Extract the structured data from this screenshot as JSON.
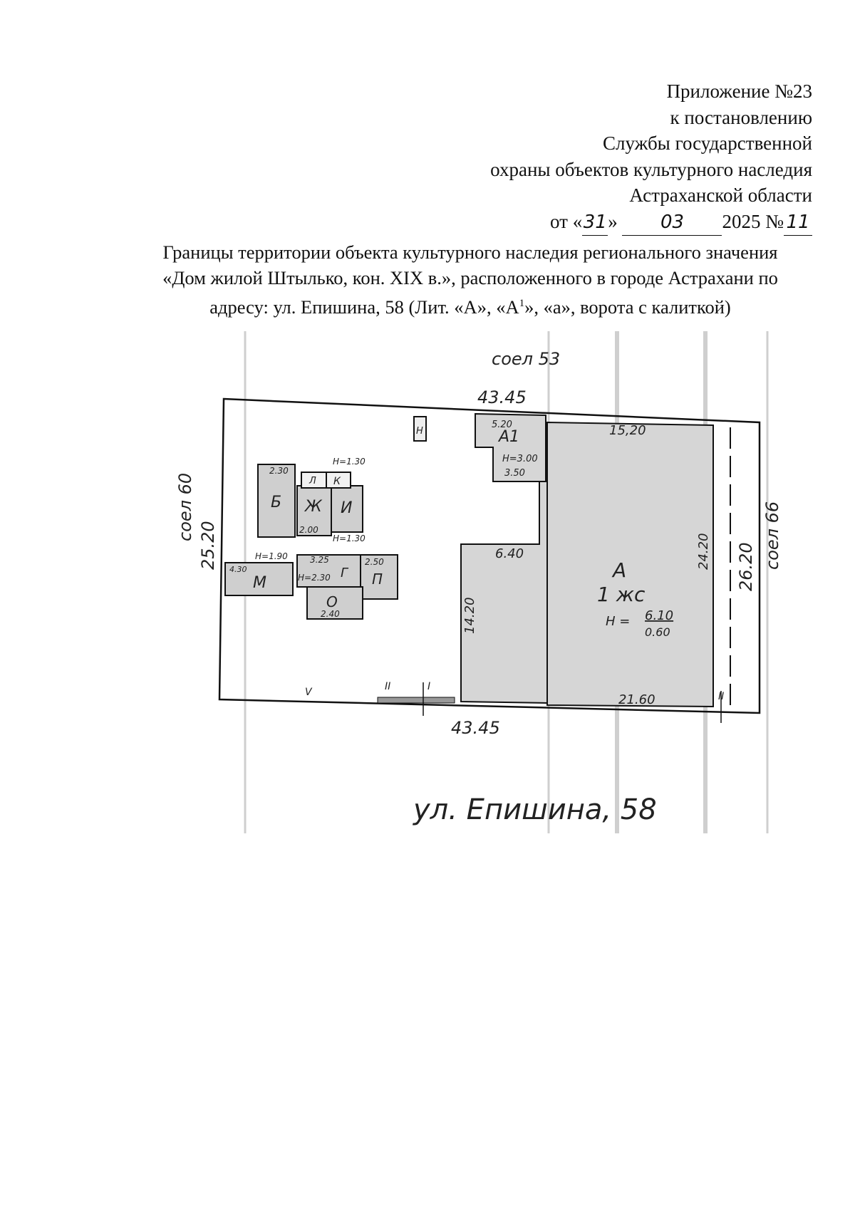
{
  "header": {
    "line1": "Приложение №23",
    "line2": "к постановлению",
    "line3": "Службы государственной",
    "line4": "охраны объектов культурного наследия",
    "line5": "Астраханской области",
    "date_prefix": "от «",
    "day": "31",
    "date_mid": "»",
    "month": "03",
    "year": "2025 №",
    "number": "11"
  },
  "title": {
    "line1": "Границы территории объекта культурного наследия регионального значения",
    "line2": "«Дом жилой Штылько, кон. XIX в.», расположенного в городе Астрахани по",
    "line3_a": "адресу: ул. Епишина, 58 (Лит. «А», «А",
    "line3_sup": "1",
    "line3_b": "», «а», ворота с калиткой)"
  },
  "plan": {
    "neighbor_north": "соел 53",
    "neighbor_west": "соел 60",
    "neighbor_east": "соел 66",
    "street": "ул. Епишина, 58",
    "dim_top": "43.45",
    "dim_bottom": "43.45",
    "dim_left": "25.20",
    "dim_right": "26.20",
    "main_building": {
      "letter": "А",
      "floors": "1 жс",
      "height_label": "Н =",
      "height_top": "6.10",
      "height_bottom": "0.60",
      "dim_top": "15,20",
      "dim_right": "24.20",
      "dim_bottom": "21.60",
      "dim_annex_top": "6.40",
      "dim_annex_left": "14.20"
    },
    "annex": {
      "letter": "А1",
      "height": "Н=3.00",
      "dim": "3.50",
      "dim_top": "5.20"
    },
    "outbuildings": [
      {
        "letter": "Н"
      },
      {
        "letter": "Б",
        "dim": "2.30"
      },
      {
        "letter": "Ж",
        "dim": "2.00"
      },
      {
        "letter": "И",
        "height": "Н=1.30"
      },
      {
        "letter": "Л"
      },
      {
        "letter": "К",
        "height": "Н=1.30"
      },
      {
        "letter": "М",
        "height": "Н=1.90",
        "dim": "4.30"
      },
      {
        "letter": "Г",
        "height": "Н=2.30",
        "dim": "3.25"
      },
      {
        "letter": "П",
        "dim": "2.50"
      },
      {
        "letter": "О",
        "dim": "2.40"
      }
    ],
    "markers": [
      "V",
      "II",
      "I",
      "II"
    ]
  },
  "colors": {
    "ink": "#111111",
    "shade": "#bdbdbd",
    "scan_line": "#cfcfcf"
  }
}
